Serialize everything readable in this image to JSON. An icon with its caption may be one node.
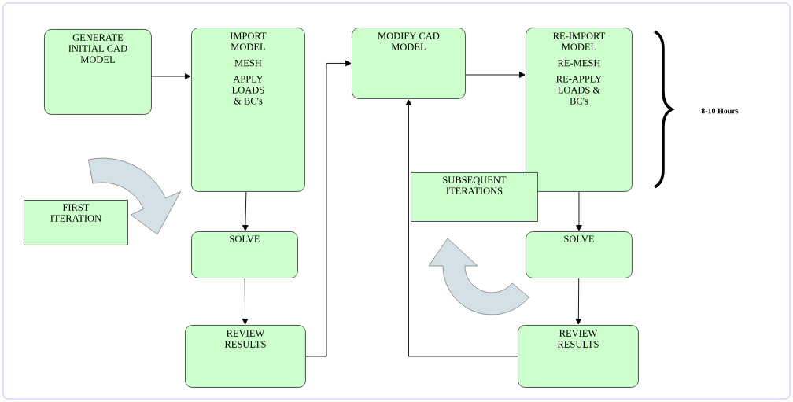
{
  "diagram": {
    "nodes": [
      {
        "text": [
          "GENERATE INITIAL CAD MODEL"
        ]
      },
      {
        "text": [
          "IMPORT MODEL",
          "MESH",
          "APPLY LOADS & BC's"
        ]
      },
      {
        "text": [
          "FIRST ITERATION"
        ]
      },
      {
        "text": [
          "SOLVE"
        ]
      },
      {
        "text": [
          "REVIEW RESULTS"
        ]
      },
      {
        "text": [
          "MODIFY CAD MODEL"
        ]
      },
      {
        "text": [
          "RE-IMPORT MODEL",
          "RE-MESH",
          "RE-APPLY LOADS & BC's"
        ]
      },
      {
        "text": [
          "SUBSEQUENT ITERATIONS"
        ]
      },
      {
        "text": [
          "SOLVE"
        ]
      },
      {
        "text": [
          "REVIEW RESULTS"
        ]
      },
      {
        "text": [],
        "shape": "arrow"
      }
    ],
    "edges": [
      {
        "from": 0,
        "to": 1,
        "arrow": "to"
      },
      {
        "from": 1,
        "to": 3,
        "arrow": "to"
      },
      {
        "from": 3,
        "to": 4,
        "arrow": "to"
      },
      {
        "from": 4,
        "to": 5,
        "arrow": "to"
      },
      {
        "from": 5,
        "to": 6,
        "arrow": "to"
      },
      {
        "from": 6,
        "to": 8,
        "arrow": "to"
      },
      {
        "from": 8,
        "to": 9,
        "arrow": "to"
      },
      {
        "from": 9,
        "to": 5,
        "arrow": "to"
      },
      {
        "from": 2,
        "to": 1,
        "arrow": "to",
        "style": "thick"
      }
    ],
    "labels": [
      "8-10 Hours"
    ]
  }
}
